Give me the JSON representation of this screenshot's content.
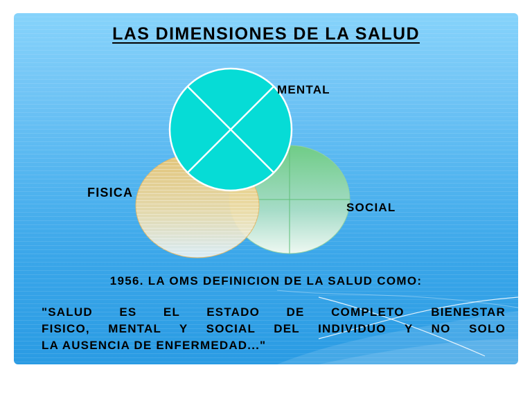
{
  "slide": {
    "title": "LAS DIMENSIONES DE LA SALUD",
    "background_colors": {
      "top": "#86d3fb",
      "bottom": "#2a9be3"
    }
  },
  "diagram": {
    "type": "venn-three-circles",
    "circles": [
      {
        "id": "mental",
        "label": "MENTAL",
        "color": "#06dcd6",
        "position": "top"
      },
      {
        "id": "fisica",
        "label": "FISICA",
        "color": "#f0cf86",
        "position": "bottom-left"
      },
      {
        "id": "social",
        "label": "SOCIAL",
        "color": "#7fd4a0",
        "position": "bottom-right"
      }
    ]
  },
  "definition": {
    "heading": "1956. LA OMS DEFINICION DE LA SALUD COMO:",
    "quote_lines": [
      "\"SALUD ES EL ESTADO DE COMPLETO BIENESTAR",
      "FISICO, MENTAL Y SOCIAL DEL INDIVIDUO Y NO SOLO",
      "LA AUSENCIA DE ENFERMEDAD...\""
    ]
  }
}
